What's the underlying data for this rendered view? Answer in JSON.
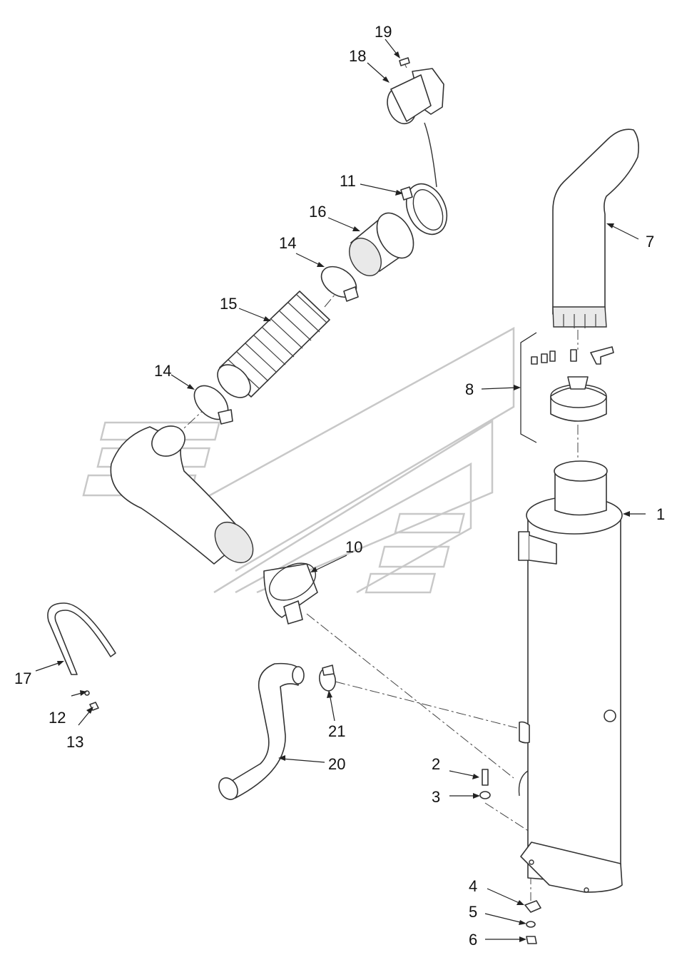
{
  "callouts": [
    {
      "id": "c1",
      "label": "1"
    },
    {
      "id": "c2",
      "label": "2"
    },
    {
      "id": "c3",
      "label": "3"
    },
    {
      "id": "c4",
      "label": "4"
    },
    {
      "id": "c5",
      "label": "5"
    },
    {
      "id": "c6",
      "label": "6"
    },
    {
      "id": "c7",
      "label": "7"
    },
    {
      "id": "c8",
      "label": "8"
    },
    {
      "id": "c10",
      "label": "10"
    },
    {
      "id": "c11",
      "label": "11"
    },
    {
      "id": "c12",
      "label": "12"
    },
    {
      "id": "c13",
      "label": "13"
    },
    {
      "id": "c14a",
      "label": "14"
    },
    {
      "id": "c14b",
      "label": "14"
    },
    {
      "id": "c15",
      "label": "15"
    },
    {
      "id": "c16",
      "label": "16"
    },
    {
      "id": "c17",
      "label": "17"
    },
    {
      "id": "c18",
      "label": "18"
    },
    {
      "id": "c19",
      "label": "19"
    },
    {
      "id": "c20",
      "label": "20"
    },
    {
      "id": "c21",
      "label": "21"
    }
  ]
}
